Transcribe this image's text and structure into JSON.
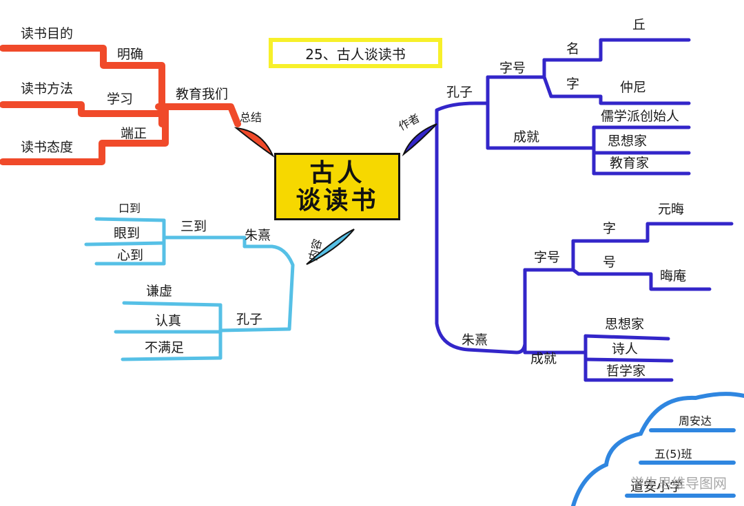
{
  "title": "25、古人谈读书",
  "center": {
    "line1": "古人",
    "line2": "谈读书"
  },
  "colors": {
    "red": "#f04a2a",
    "blue": "#3326c9",
    "cyan": "#56c0e6",
    "cloud": "#2f86e0",
    "title_border": "#f7f02a",
    "center_fill": "#f6d800"
  },
  "red_branch": {
    "root": "总结",
    "hub": "教育我们",
    "items": [
      {
        "label": "读书目的",
        "value": "明确"
      },
      {
        "label": "读书方法",
        "value": "学习"
      },
      {
        "label": "读书态度",
        "value": "端正"
      }
    ]
  },
  "blue_branch": {
    "root": "作者",
    "kongzi": {
      "name": "孔子",
      "zihao": {
        "label": "字号",
        "ming_key": "名",
        "ming_val": "丘",
        "zi_key": "字",
        "zi_val": "仲尼"
      },
      "achievement": {
        "label": "成就",
        "items": [
          "儒学派创始人",
          "思想家",
          "教育家"
        ]
      }
    },
    "zhuxi": {
      "name": "朱熹",
      "zihao": {
        "label": "字号",
        "zi_key": "字",
        "zi_val": "元晦",
        "hao_key": "号",
        "hao_val": "晦庵"
      },
      "achievement": {
        "label": "成就",
        "items": [
          "思想家",
          "诗人",
          "哲学家"
        ]
      }
    }
  },
  "cyan_branch": {
    "root": "内容",
    "zhuxi": {
      "name": "朱熹",
      "hub": "三到",
      "items": [
        "口到",
        "眼到",
        "心到"
      ]
    },
    "kongzi": {
      "name": "孔子",
      "items": [
        "谦虚",
        "认真",
        "不满足"
      ]
    }
  },
  "signature": {
    "name": "周安达",
    "class": "五(5)班",
    "school": "道安小学"
  },
  "watermark": "学生思维导图网"
}
